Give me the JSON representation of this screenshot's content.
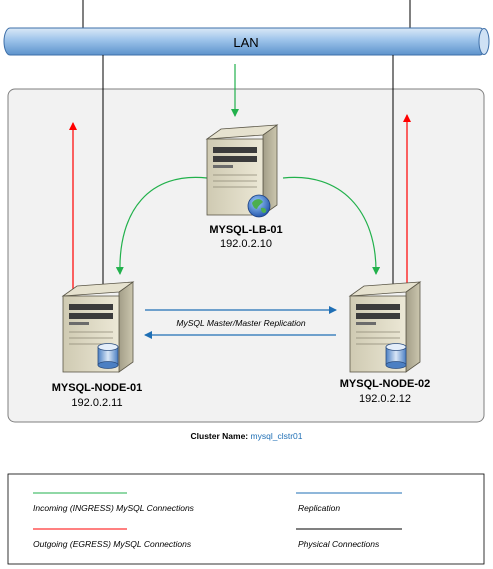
{
  "lan": {
    "label": "LAN"
  },
  "nodes": {
    "lb": {
      "name": "MYSQL-LB-01",
      "ip": "192.0.2.10",
      "icon": "globe-icon"
    },
    "node1": {
      "name": "MYSQL-NODE-01",
      "ip": "192.0.2.11",
      "icon": "database-icon"
    },
    "node2": {
      "name": "MYSQL-NODE-02",
      "ip": "192.0.2.12",
      "icon": "database-icon"
    }
  },
  "replication_label": "MySQL Master/Master Replication",
  "cluster": {
    "prefix": "Cluster Name:",
    "name": "mysql_clstr01"
  },
  "legend": {
    "incoming": "Incoming (INGRESS) MySQL Connections",
    "outgoing": "Outgoing (EGRESS) MySQL Connections",
    "replication": "Replication",
    "physical": "Physical Connections"
  },
  "colors": {
    "incoming": "#22b14c",
    "outgoing": "#ff0000",
    "replication": "#1f6fb5",
    "physical": "#000000",
    "lan_pipe": "#7fb2e5",
    "cluster_bg": "#f2f2f2",
    "cluster_name": "#1f6fb5"
  }
}
